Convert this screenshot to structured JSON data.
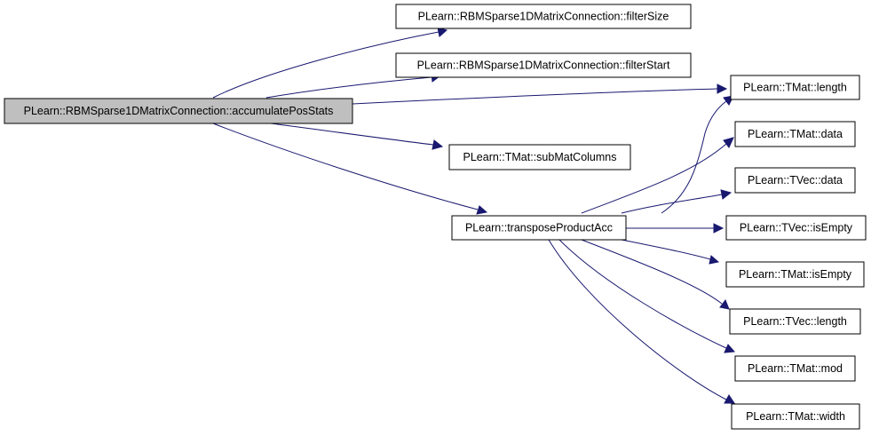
{
  "graph": {
    "root": "PLearn::RBMSparse1DMatrixConnection::accumulatePosStats",
    "nodes": {
      "accumulate": "PLearn::RBMSparse1DMatrixConnection::accumulatePosStats",
      "filterSize": "PLearn::RBMSparse1DMatrixConnection::filterSize",
      "filterStart": "PLearn::RBMSparse1DMatrixConnection::filterStart",
      "tmatLength": "PLearn::TMat::length",
      "subMatColumns": "PLearn::TMat::subMatColumns",
      "transpose": "PLearn::transposeProductAcc",
      "tmatData": "PLearn::TMat::data",
      "tvecData": "PLearn::TVec::data",
      "tvecIsEmpty": "PLearn::TVec::isEmpty",
      "tmatIsEmpty": "PLearn::TMat::isEmpty",
      "tvecLength": "PLearn::TVec::length",
      "tmatMod": "PLearn::TMat::mod",
      "tmatWidth": "PLearn::TMat::width"
    },
    "colors": {
      "edge": "#191970",
      "root_fill": "#bfbfbf",
      "node_fill": "#ffffff",
      "border": "#000000"
    }
  }
}
